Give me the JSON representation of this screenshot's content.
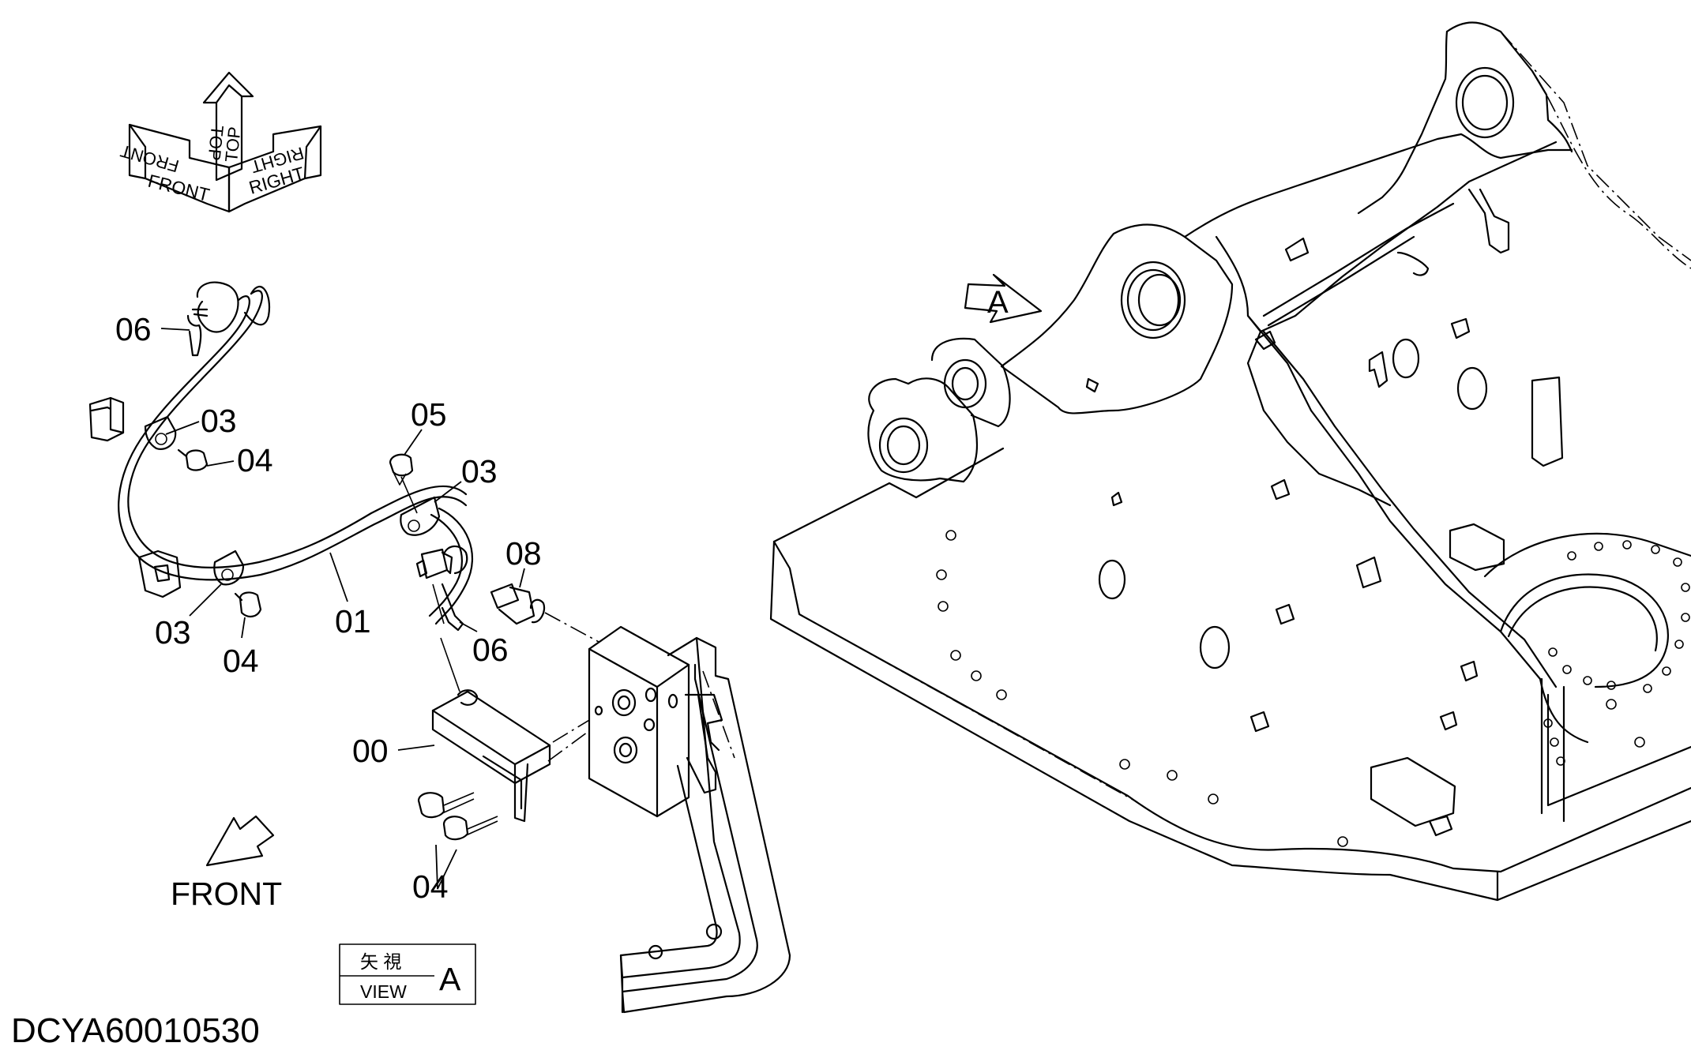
{
  "orientation_icon": {
    "labels": [
      "FRONT",
      "TOP",
      "RIGHT"
    ],
    "icon": "3d-orientation-arrows-icon"
  },
  "view_marker": {
    "label": "A",
    "icon": "view-direction-arrow-icon"
  },
  "callouts": [
    "06",
    "03",
    "04",
    "05",
    "03",
    "08",
    "03",
    "01",
    "06",
    "04",
    "00",
    "04"
  ],
  "front_label": "FRONT",
  "view_box": {
    "kanji": "矢 視",
    "view": "VIEW",
    "letter": "A"
  },
  "drawing_number": "DCYA60010530"
}
